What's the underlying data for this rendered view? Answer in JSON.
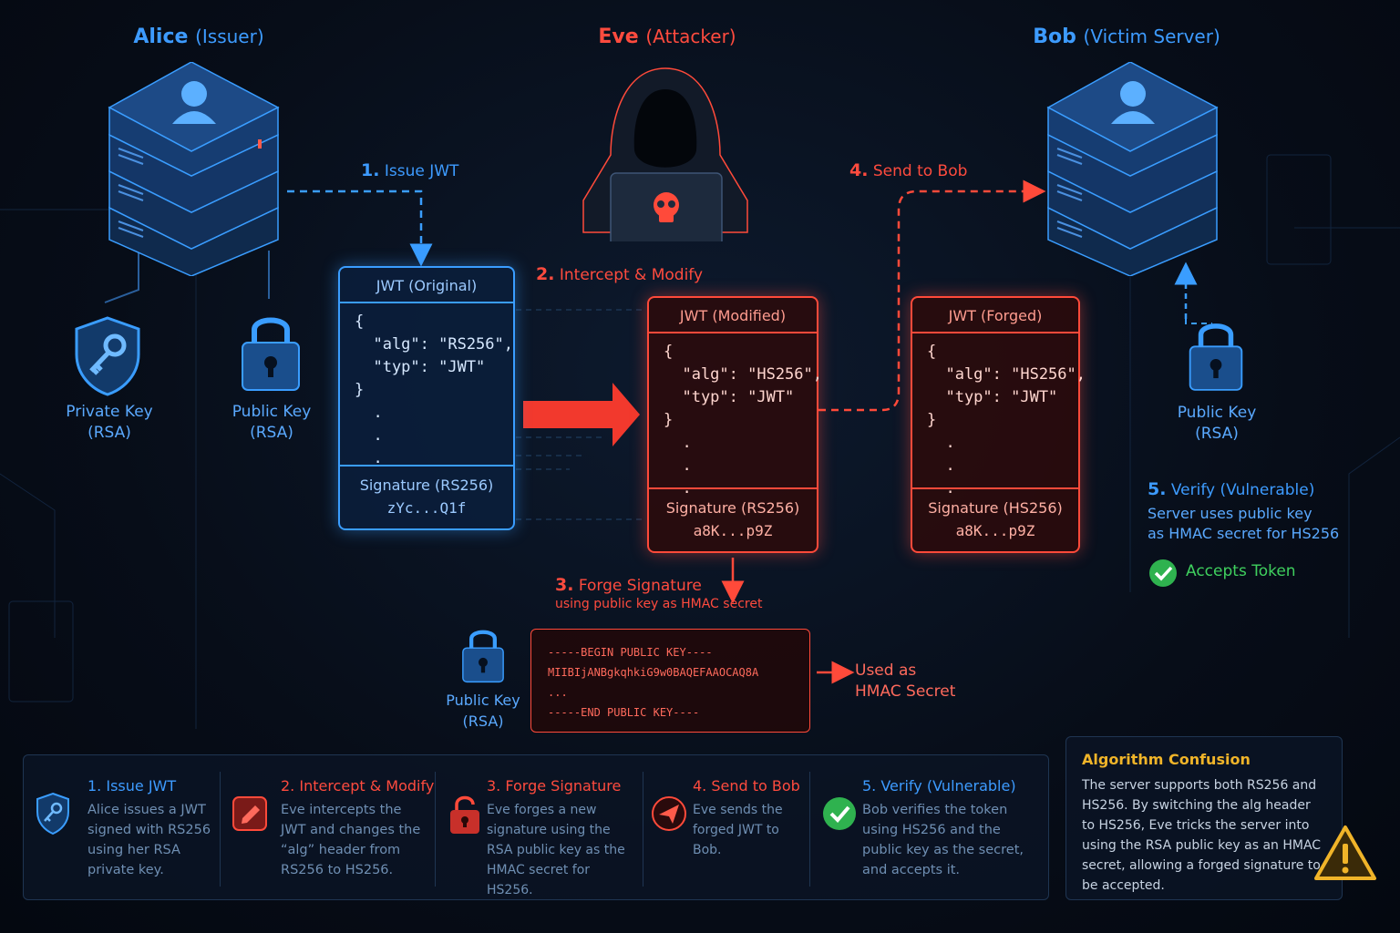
{
  "actors": {
    "alice": {
      "name": "Alice",
      "role": "(Issuer)"
    },
    "eve": {
      "name": "Eve",
      "role": "(Attacker)"
    },
    "bob": {
      "name": "Bob",
      "role": "(Victim Server)"
    }
  },
  "keys": {
    "alice_private": {
      "line1": "Private Key",
      "line2": "(RSA)"
    },
    "alice_public": {
      "line1": "Public Key",
      "line2": "(RSA)"
    },
    "bob_public": {
      "line1": "Public Key",
      "line2": "(RSA)"
    },
    "eve_public": {
      "line1": "Public Key",
      "line2": "(RSA)"
    }
  },
  "flow_labels": {
    "step1": {
      "num": "1.",
      "text": "Issue JWT"
    },
    "step2": {
      "num": "2.",
      "text": "Intercept & Modify"
    },
    "step3": {
      "num": "3.",
      "text": "Forge Signature",
      "sub": "using public key as HMAC secret"
    },
    "step4": {
      "num": "4.",
      "text": "Send to Bob"
    },
    "step5": {
      "num": "5.",
      "text": "Verify (Vulnerable)",
      "sub1": "Server uses public key",
      "sub2": "as HMAC secret for HS256",
      "result": "Accepts Token"
    }
  },
  "jwt_original": {
    "title": "JWT (Original)",
    "body": "{\n  \"alg\": \"RS256\",\n  \"typ\": \"JWT\"\n}\n  .\n  .\n  .",
    "sig_label": "Signature (RS256)",
    "sig_value": "zYc...Q1f"
  },
  "jwt_modified": {
    "title": "JWT (Modified)",
    "body": "{\n  \"alg\": \"HS256\",\n  \"typ\": \"JWT\"\n}\n  .\n  .\n  .",
    "sig_label": "Signature (RS256)",
    "sig_value": "a8K...p9Z"
  },
  "jwt_forged": {
    "title": "JWT (Forged)",
    "body": "{\n  \"alg\": \"HS256\",\n  \"typ\": \"JWT\"\n}\n  .\n  .\n  .",
    "sig_label": "Signature (HS256)",
    "sig_value": "a8K...p9Z"
  },
  "public_key_block": {
    "text": "-----BEGIN PUBLIC KEY----\nMIIBIjANBgkqhkiG9w0BAQEFAAOCAQ8A\n...\n-----END PUBLIC KEY----"
  },
  "used_as": {
    "line1": "Used as",
    "line2": "HMAC Secret"
  },
  "steps_panel": [
    {
      "title": "1. Issue JWT",
      "desc": "Alice issues a JWT signed with RS256 using her RSA private key.",
      "icon": "shield-key-icon"
    },
    {
      "title": "2. Intercept & Modify",
      "desc": "Eve intercepts the JWT and changes the “alg” header from RS256 to HS256.",
      "icon": "pencil-icon"
    },
    {
      "title": "3. Forge Signature",
      "desc": "Eve forges a new signature using the RSA public key as the HMAC secret for HS256.",
      "icon": "unlock-icon"
    },
    {
      "title": "4. Send to Bob",
      "desc": "Eve sends the forged JWT to Bob.",
      "icon": "paper-plane-icon"
    },
    {
      "title": "5. Verify (Vulnerable)",
      "desc": "Bob verifies the token using HS256 and the public key as the secret, and accepts it.",
      "icon": "check-circle-icon"
    }
  ],
  "algorithm_confusion": {
    "title": "Algorithm Confusion",
    "desc": "The server supports both RS256 and HS256. By switching the alg header to HS256, Eve tricks the server into using the RSA public key as an HMAC secret, allowing a forged signature to be accepted."
  },
  "colors": {
    "blue": "#3a9dff",
    "red": "#ff4a3a",
    "green": "#3fd05e",
    "amber": "#f0b429"
  }
}
